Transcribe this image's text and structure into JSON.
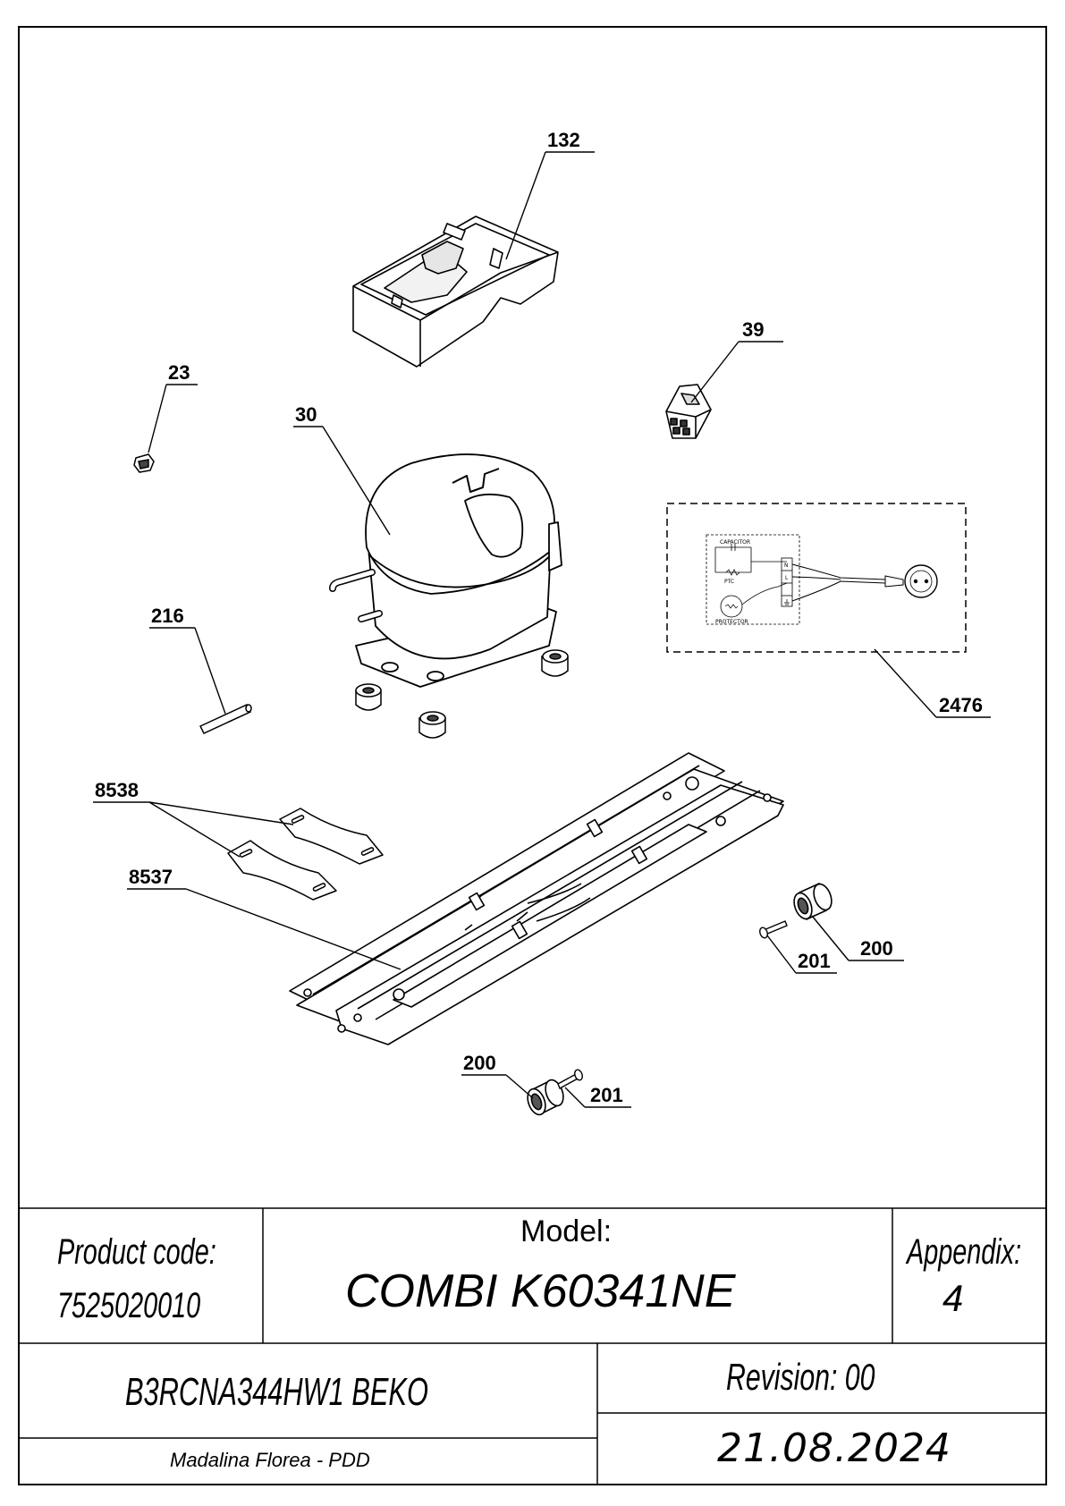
{
  "callouts": {
    "c132": "132",
    "c39": "39",
    "c23": "23",
    "c30": "30",
    "c216": "216",
    "c2476": "2476",
    "c8538": "8538",
    "c8537": "8537",
    "c200a": "200",
    "c201a": "201",
    "c200b": "200",
    "c201b": "201"
  },
  "schematic": {
    "capacitor": "CAPACITOR",
    "ptc": "PTC",
    "protector": "PROTECTOR",
    "terminal_n": "N",
    "terminal_l": "L"
  },
  "title_block": {
    "product_code_label": "Product code:",
    "product_code_value": "7525020010",
    "model_label": "Model:",
    "model_value": "COMBI K60341NE",
    "appendix_label": "Appendix:",
    "appendix_value": "4",
    "model_code": "B3RCNA344HW1 BEKO",
    "revision": "Revision: 00",
    "author": "Madalina Florea - PDD",
    "date": "21.08.2024"
  }
}
